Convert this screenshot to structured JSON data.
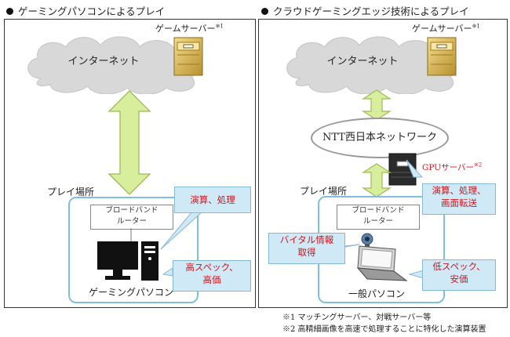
{
  "left": {
    "heading": "ゲーミングパソコンによるプレイ",
    "cloud": "インターネット",
    "server_label": "ゲームサーバー",
    "server_note_mark": "※1",
    "place_label": "プレイ場所",
    "broadband": [
      "ブロードバンド",
      "ルーター"
    ],
    "callout_top": "演算、処理",
    "callout_bottom": [
      "高スペック、",
      "高価"
    ],
    "device_label": "ゲーミングパソコン"
  },
  "right": {
    "heading": "クラウドゲーミングエッジ技術によるプレイ",
    "cloud": "インターネット",
    "server_label": "ゲームサーバー",
    "server_note_mark": "※1",
    "ntt_label": "NTT西日本ネットワーク",
    "gpu_label": "GPUサーバー",
    "gpu_note_mark": "※2",
    "place_label": "プレイ場所",
    "broadband": [
      "ブロードバンド",
      "ルーター"
    ],
    "callout_top": [
      "演算、処理、",
      "画面転送"
    ],
    "callout_vital": [
      "バイタル情報",
      "取得"
    ],
    "callout_bottom": [
      "低スペック、",
      "安価"
    ],
    "device_label": "一般パソコン"
  },
  "footnotes": [
    "※1 マッチングサーバー、対戦サーバー等",
    "※2 高精細画像を高速で処理することに特化した演算装置"
  ],
  "colors": {
    "arrow_fill": "#d9ee9c",
    "arrow_stroke": "#9dbc56",
    "callout_bg": "#cfe9f7",
    "zone_border": "#7fc1dc",
    "accent_red": "#e0161b"
  }
}
